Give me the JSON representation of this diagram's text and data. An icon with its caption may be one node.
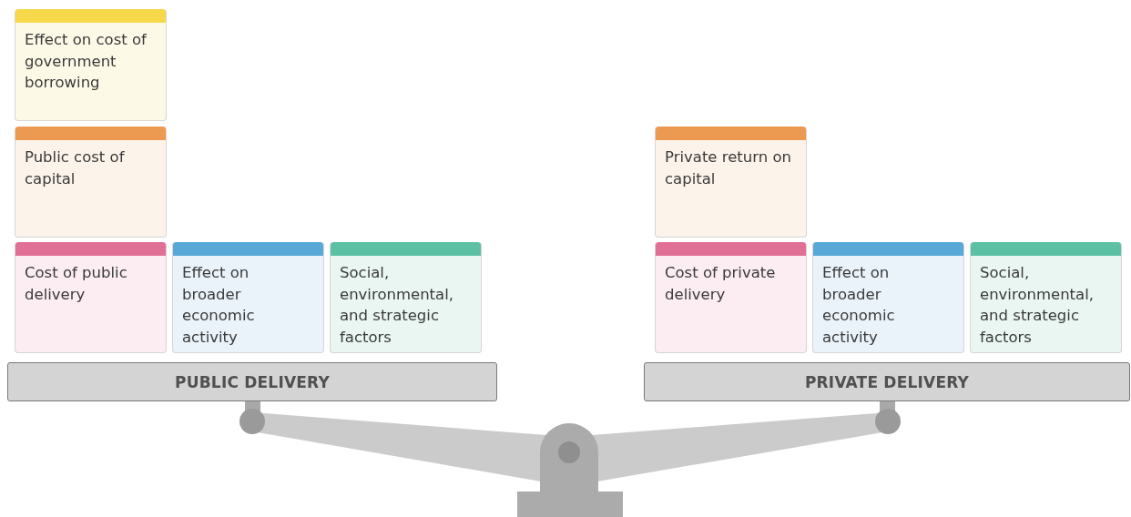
{
  "diagram": {
    "nodes": [
      {
        "text": [
          "Effect on cost of government borrowing"
        ]
      },
      {
        "text": [
          "Public cost of capital"
        ]
      },
      {
        "text": [
          "Cost of public delivery"
        ]
      },
      {
        "text": [
          "Effect on broader economic activity"
        ]
      },
      {
        "text": [
          "Social, environmental, and strategic factors"
        ]
      },
      {
        "text": [
          "PUBLIC DELIVERY"
        ]
      },
      {
        "text": [
          "Private return on capital"
        ]
      },
      {
        "text": [
          "Cost of private delivery"
        ]
      },
      {
        "text": [
          "Effect on broader economic activity"
        ]
      },
      {
        "text": [
          "Social, environmental, and strategic factors"
        ]
      },
      {
        "text": [
          "PRIVATE DELIVERY"
        ]
      }
    ]
  }
}
